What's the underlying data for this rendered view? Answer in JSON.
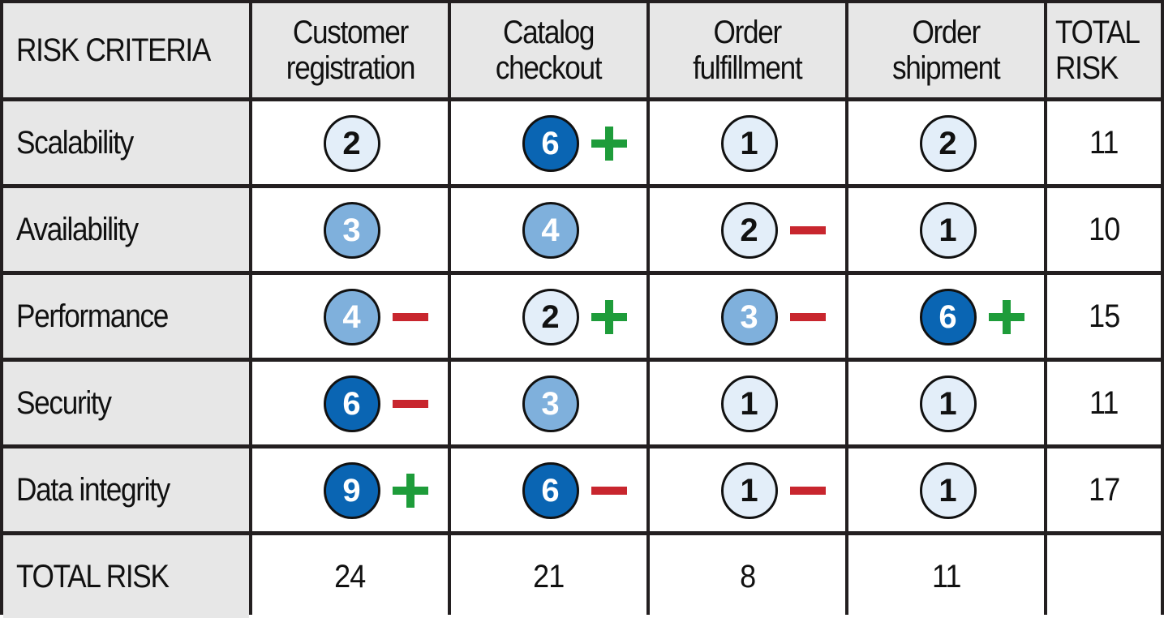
{
  "header": {
    "criteria_label": "RISK CRITERIA",
    "columns": [
      "Customer\nregistration",
      "Catalog\ncheckout",
      "Order\nfulfillment",
      "Order\nshipment"
    ],
    "total_label": "TOTAL\nRISK"
  },
  "rows": [
    {
      "label": "Scalability",
      "total": "11",
      "cells": [
        {
          "score": "2",
          "trend": ""
        },
        {
          "score": "6",
          "trend": "up"
        },
        {
          "score": "1",
          "trend": ""
        },
        {
          "score": "2",
          "trend": ""
        }
      ]
    },
    {
      "label": "Availability",
      "total": "10",
      "cells": [
        {
          "score": "3",
          "trend": ""
        },
        {
          "score": "4",
          "trend": ""
        },
        {
          "score": "2",
          "trend": "down"
        },
        {
          "score": "1",
          "trend": ""
        }
      ]
    },
    {
      "label": "Performance",
      "total": "15",
      "cells": [
        {
          "score": "4",
          "trend": "down"
        },
        {
          "score": "2",
          "trend": "up"
        },
        {
          "score": "3",
          "trend": "down"
        },
        {
          "score": "6",
          "trend": "up"
        }
      ]
    },
    {
      "label": "Security",
      "total": "11",
      "cells": [
        {
          "score": "6",
          "trend": "down"
        },
        {
          "score": "3",
          "trend": ""
        },
        {
          "score": "1",
          "trend": ""
        },
        {
          "score": "1",
          "trend": ""
        }
      ]
    },
    {
      "label": "Data integrity",
      "total": "17",
      "cells": [
        {
          "score": "9",
          "trend": "up"
        },
        {
          "score": "6",
          "trend": "down"
        },
        {
          "score": "1",
          "trend": "down"
        },
        {
          "score": "1",
          "trend": ""
        }
      ]
    }
  ],
  "footer": {
    "label": "TOTAL RISK",
    "totals": [
      "24",
      "21",
      "8",
      "11"
    ],
    "grand_total": ""
  },
  "colors": {
    "grid_line": "#231f20",
    "header_bg": "#e7e7e7",
    "risk_low_fill": "#e3eef9",
    "risk_low_text": "#111111",
    "risk_medium_fill": "#7fb0dc",
    "risk_medium_text": "#ffffff",
    "risk_high_fill": "#0a65b3",
    "risk_high_text": "#ffffff",
    "plus_color": "#1e9c3a",
    "minus_color": "#c8262e"
  },
  "icons": {
    "up": "plus-icon",
    "down": "minus-icon"
  }
}
